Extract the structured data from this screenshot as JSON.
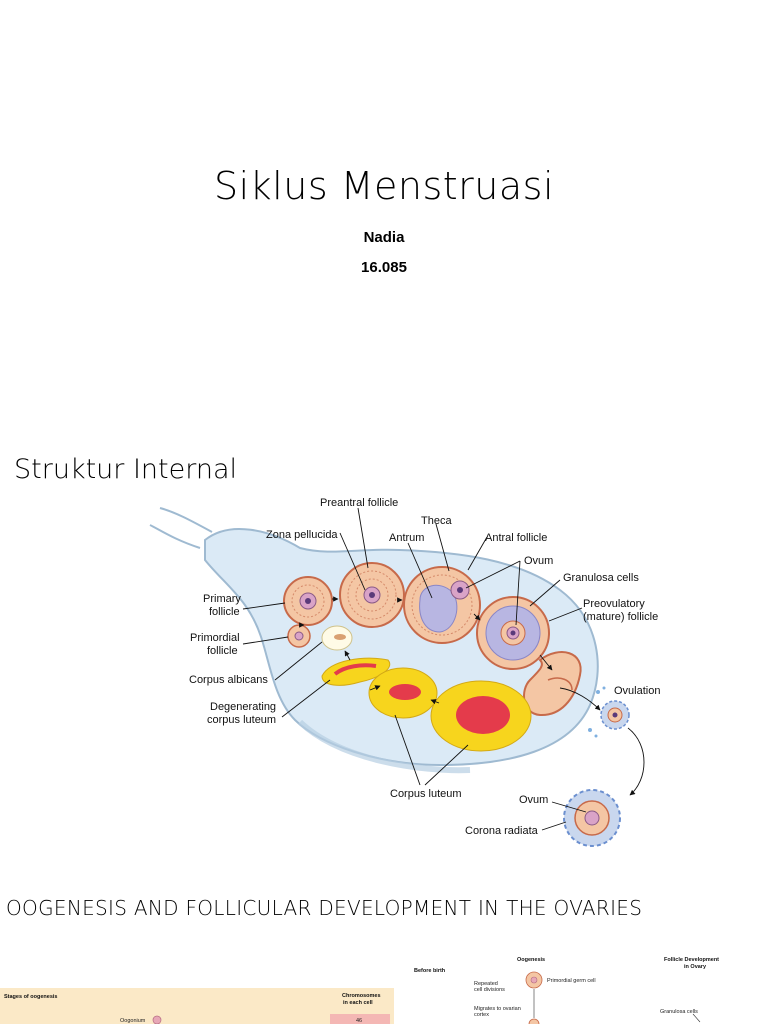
{
  "slide": {
    "title": "Siklus Menstruasi",
    "author": "Nadia",
    "student_id": "16.085"
  },
  "section_internal": {
    "title": "Struktur Internal",
    "labels": {
      "preantral_follicle": "Preantral follicle",
      "zona_pellucida": "Zona pellucida",
      "theca": "Theca",
      "antrum": "Antrum",
      "antral_follicle": "Antral follicle",
      "ovum_top": "Ovum",
      "granulosa_cells": "Granulosa cells",
      "primary_follicle_1": "Primary",
      "primary_follicle_2": "follicle",
      "preovulatory_1": "Preovulatory",
      "preovulatory_2": "(mature) follicle",
      "primordial_1": "Primordial",
      "primordial_2": "follicle",
      "corpus_albicans": "Corpus albicans",
      "ovulation": "Ovulation",
      "degenerating_1": "Degenerating",
      "degenerating_2": "corpus luteum",
      "corpus_luteum": "Corpus luteum",
      "ovum_bottom": "Ovum",
      "corona_radiata": "Corona radiata"
    }
  },
  "section_oogenesis": {
    "title": "OOGENESIS AND FOLLICULAR DEVELOPMENT IN THE OVARIES",
    "table": {
      "col1": "Stages of oogenesis",
      "col2_1": "Chromosomes",
      "col2_2": "in each cell",
      "row1_label": "Oogonium",
      "row1_value": "46"
    },
    "diagram": {
      "oogenesis": "Oogenesis",
      "follicle_dev_1": "Follicle Development",
      "follicle_dev_2": "in Ovary",
      "before_birth": "Before birth",
      "repeated_1": "Repeated",
      "repeated_2": "cell divisions",
      "primordial_germ_cell": "Primordial germ cell",
      "migrates_1": "Migrates to ovarian",
      "migrates_2": "cortex",
      "granulosa_cells": "Granulosa cells"
    }
  },
  "colors": {
    "ovary_fill": "#dbeaf6",
    "follicle_fill": "#f4c6a4",
    "follicle_ring": "#c76a4a",
    "antrum_fill": "#b8b6e2",
    "corpus_yellow": "#f7d51d",
    "corpus_red": "#e43b4b",
    "table_bg": "#fbe9c7",
    "table_cell": "#f4b7b4"
  }
}
